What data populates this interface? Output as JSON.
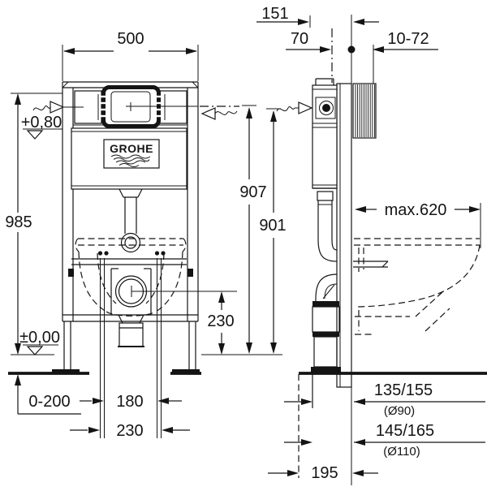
{
  "labels": {
    "brand": "GROHE",
    "front_width": "500",
    "front_height": "985",
    "water_level": "+0,80",
    "floor_level": "±0,00",
    "foot_adjustment": "0-200",
    "rod_spacing": "180",
    "anchor_spacing": "230",
    "outlet_height": "230",
    "side_offset_front": "151",
    "side_offset_center": "70",
    "wall_finish_range": "10-72",
    "height_inlet": "907",
    "height_rail": "901",
    "pan_depth_max": "max.620",
    "outlet_90": "135/155",
    "outlet_90_dia": "(Ø90)",
    "outlet_110": "145/165",
    "outlet_110_dia": "(Ø110)",
    "drain_offset": "195"
  }
}
